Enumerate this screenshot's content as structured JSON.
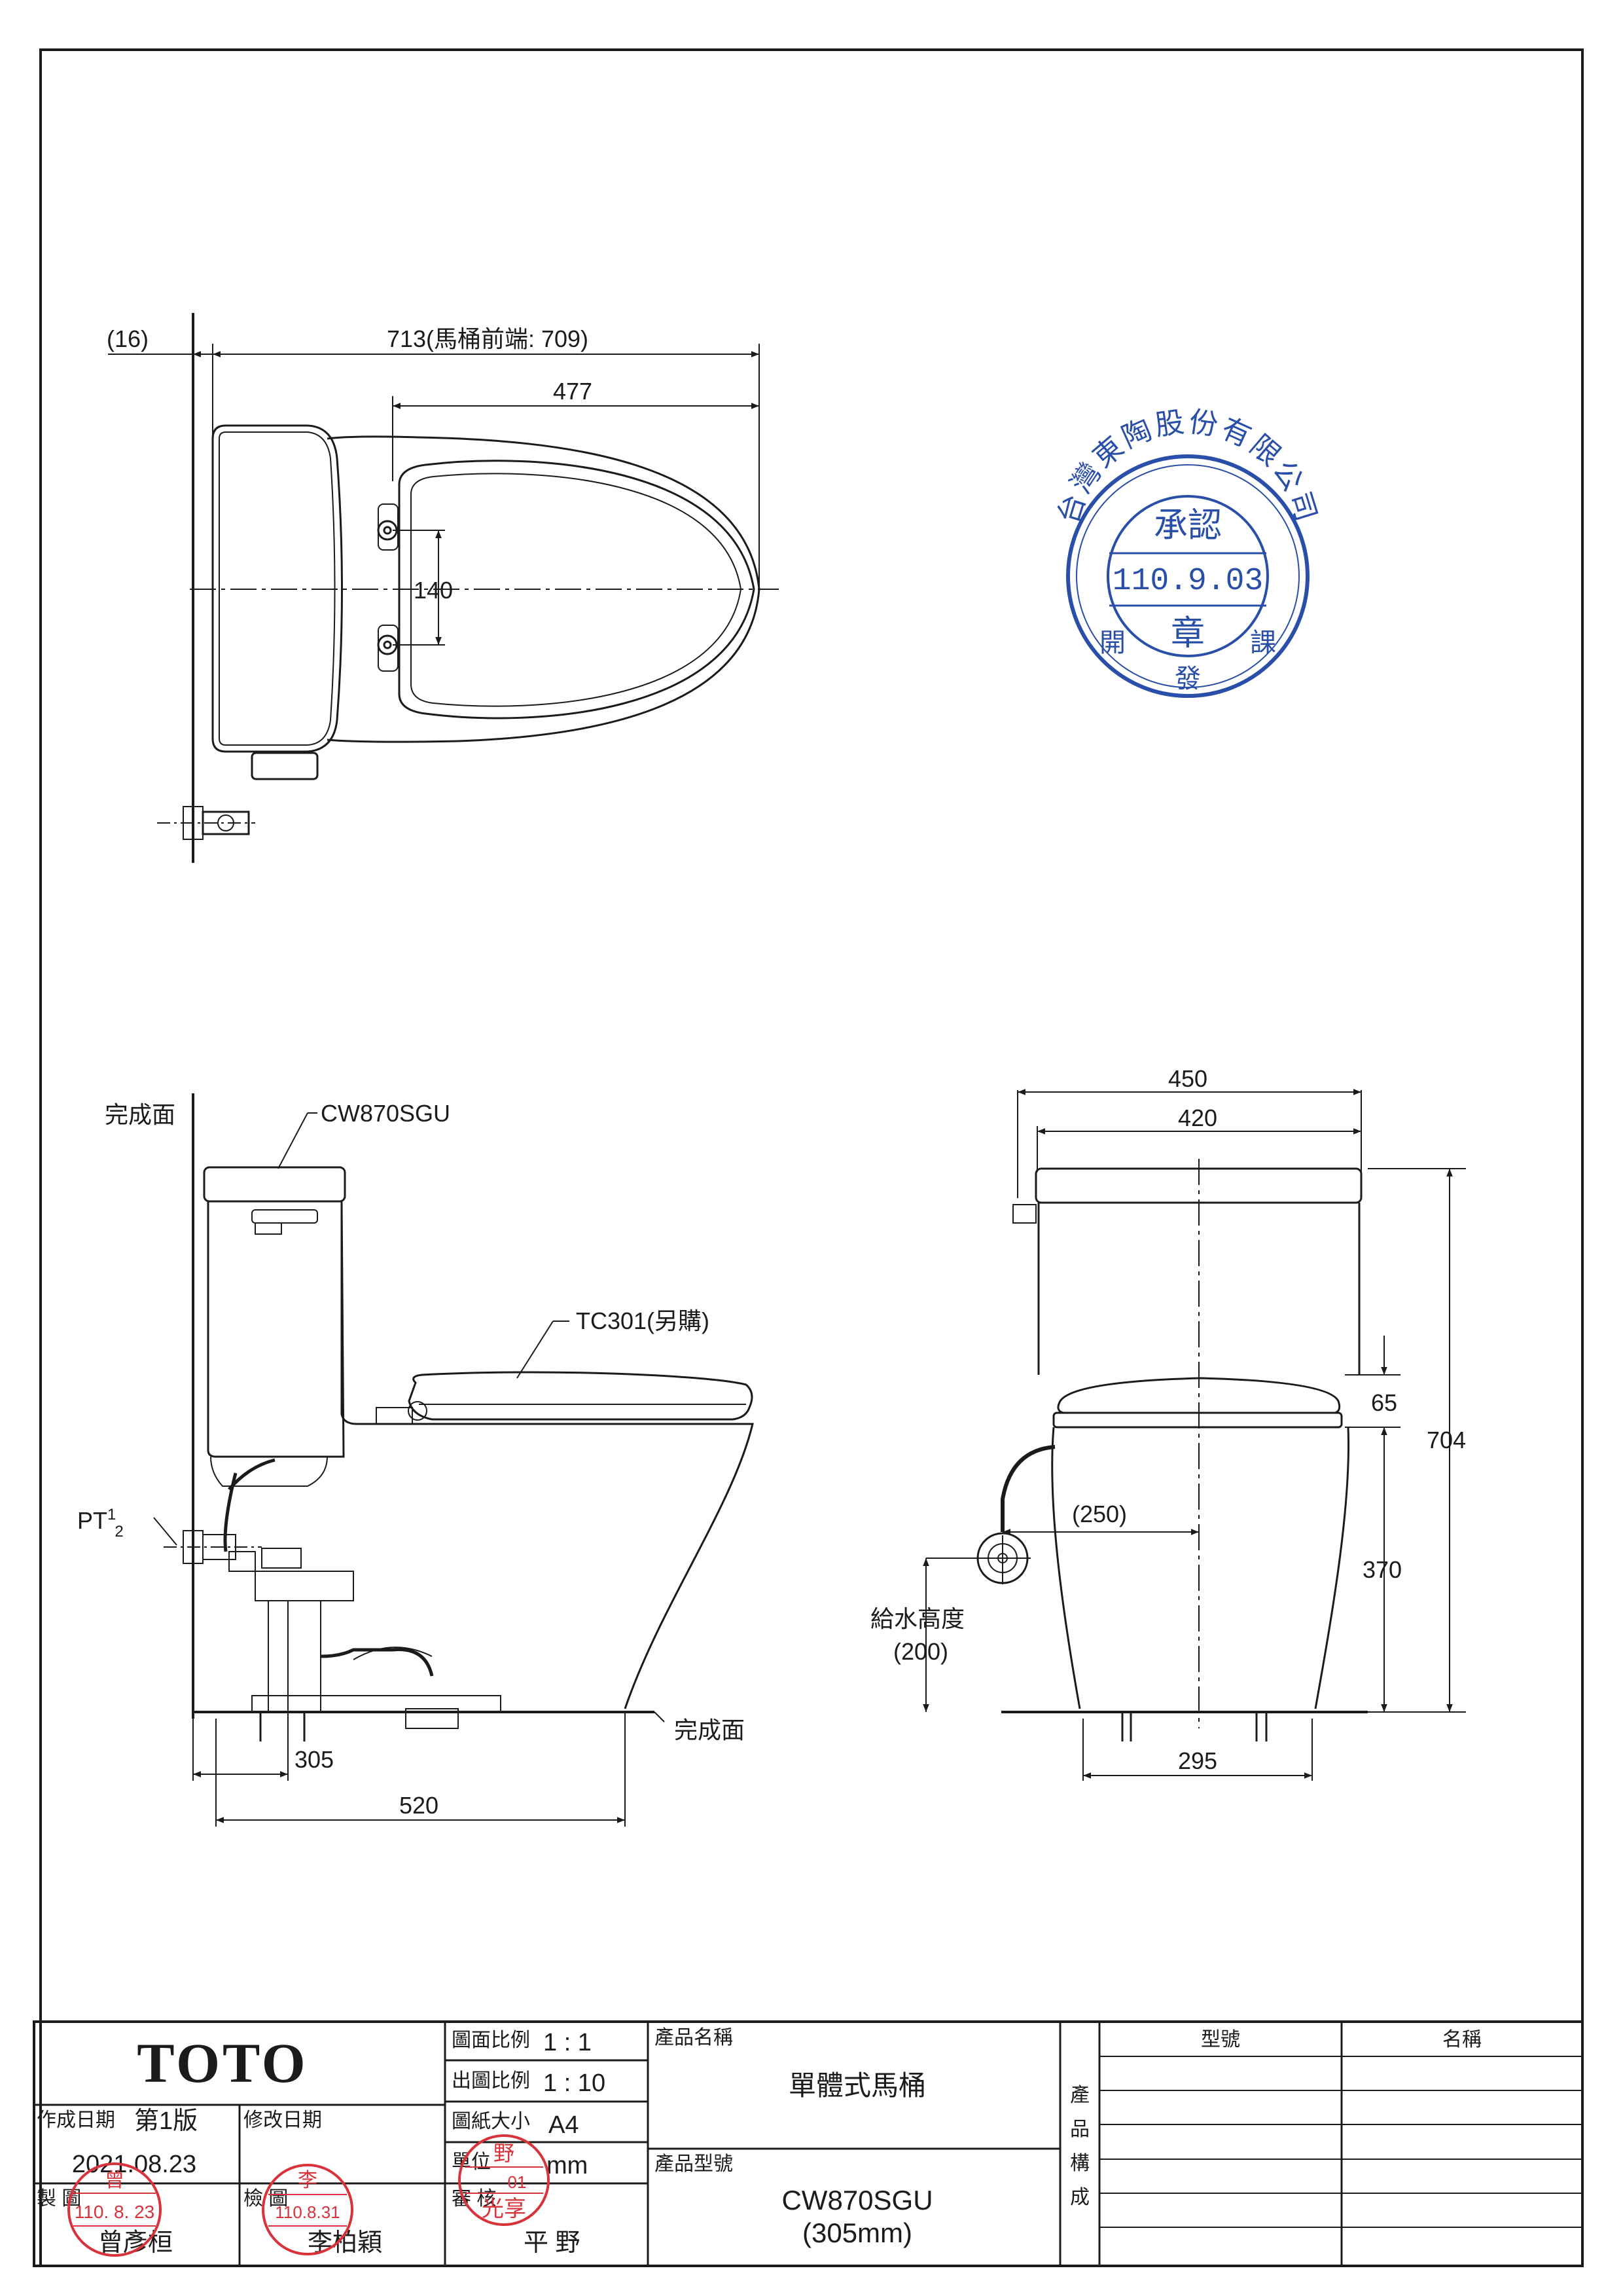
{
  "drawing": {
    "top_view": {
      "dim_offset": "(16)",
      "dim_overall": "713(馬桶前端: 709)",
      "dim_bowl": "477",
      "dim_hinge": "140"
    },
    "side_view": {
      "finish_surface_wall": "完成面",
      "finish_surface_floor": "完成面",
      "tank_label": "CW870SGU",
      "seat_label": "TC301(另購)",
      "pipe_label_main": "PT",
      "pipe_label_sup": "1",
      "pipe_label_sub": "2",
      "dim_rough_in": "305",
      "dim_depth": "520"
    },
    "front_view": {
      "dim_tank_width": "450",
      "dim_body_width": "420",
      "dim_seat": "65",
      "dim_height": "704",
      "dim_supply_offset": "(250)",
      "dim_bowl_height": "370",
      "supply_height_label": "給水高度",
      "supply_height_value": "(200)",
      "dim_base": "295"
    },
    "approval_stamp": {
      "company": "台灣東陶股份有限公司",
      "word1": "承認",
      "date": "110.9.03",
      "word2": "章",
      "word_left": "開",
      "word_right": "課",
      "word_bottom": "發"
    }
  },
  "title_block": {
    "brand": "TOTO",
    "created_date_label": "作成日期",
    "edition": "第1版",
    "created_date": "2021.08.23",
    "revised_date_label": "修改日期",
    "drawn_label": "製 圖",
    "drawn_by": "曾彥桓",
    "checked_label": "檢 圖",
    "checked_by": "李柏穎",
    "reviewed_label": "審 核",
    "reviewed_by": "平 野",
    "scale_label": "圖面比例",
    "scale": "1 : 1",
    "print_scale_label": "出圖比例",
    "print_scale": "1 : 10",
    "paper_label": "圖紙大小",
    "paper": "A4",
    "unit_label": "單位",
    "unit": "mm",
    "product_name_label": "產品名稱",
    "product_name": "單體式馬桶",
    "model_label": "產品型號",
    "model": "CW870SGU",
    "model_sub": "(305mm)",
    "composition_label": [
      "產",
      "品",
      "構",
      "成"
    ],
    "col_model": "型號",
    "col_name": "名稱"
  },
  "signature_stamps": {
    "drawn": {
      "top": "曾",
      "date": "110. 8. 23"
    },
    "checked": {
      "top": "李",
      "date": "110.8.31"
    },
    "reviewed": {
      "top": "野",
      "date": "01",
      "name": "光享"
    }
  },
  "colors": {
    "line": "#1b1b1b",
    "stamp_blue": "#2a4fa8",
    "stamp_red": "#d8333a"
  }
}
